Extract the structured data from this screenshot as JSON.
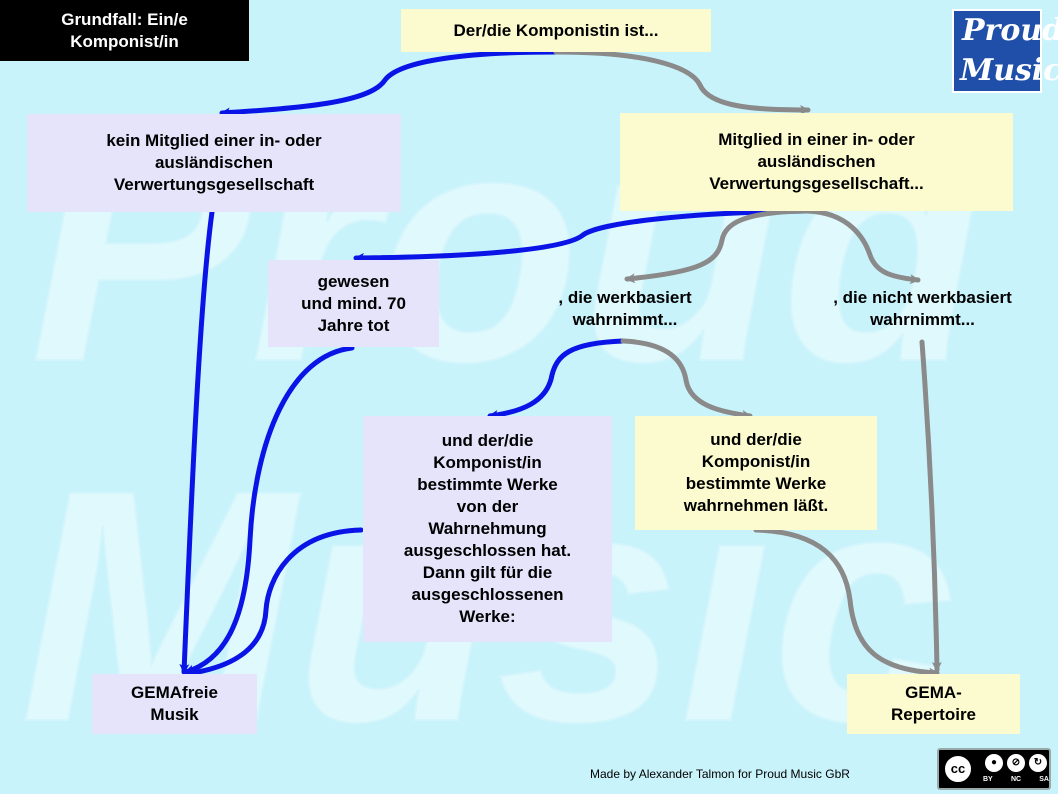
{
  "title": [
    "Grundfall: Ein/e",
    "Komponist/in"
  ],
  "logo": {
    "line1": "Proud",
    "line2": "Music"
  },
  "watermark_text": [
    "Proud",
    "Music"
  ],
  "nodes": {
    "start": [
      "Der/die Komponistin ist..."
    ],
    "no_member": [
      "kein Mitglied einer in- oder",
      "ausländischen",
      "Verwertungsgesellschaft"
    ],
    "member": [
      "Mitglied in einer in- oder",
      "ausländischen",
      "Verwertungsgesellschaft..."
    ],
    "dead": [
      "gewesen",
      "und mind. 70",
      "Jahre tot"
    ],
    "work_based": [
      ", die werkbasiert",
      "wahrnimmt..."
    ],
    "not_work_based": [
      ", die nicht werkbasiert",
      "wahrnimmt..."
    ],
    "excluded": [
      "und der/die",
      "Komponist/in",
      "bestimmte Werke",
      "von der",
      "Wahrnehmung",
      "ausgeschlossen hat.",
      "Dann gilt für die",
      "ausgeschlossenen",
      "Werke:"
    ],
    "let_perceive": [
      "und der/die",
      "Komponist/in",
      "bestimmte Werke",
      "wahrnehmen läßt."
    ],
    "gema_free": [
      "GEMAfreie",
      "Musik"
    ],
    "gema_repertoire": [
      "GEMA-",
      "Repertoire"
    ]
  },
  "credit": "Made by Alexander Talmon for Proud Music GbR",
  "license": {
    "cc": "cc",
    "labels": [
      "BY",
      "NC",
      "SA"
    ],
    "icons": [
      "person-icon",
      "no-dollar-icon",
      "share-alike-icon"
    ]
  },
  "colors": {
    "background": "#c9f3fb",
    "blue_arrow": "#0a14e6",
    "gray_arrow": "#8a8a8a",
    "lavender": "#e6e4fb",
    "yellow": "#fbfbcf",
    "watermark": "#e0f9fd"
  }
}
